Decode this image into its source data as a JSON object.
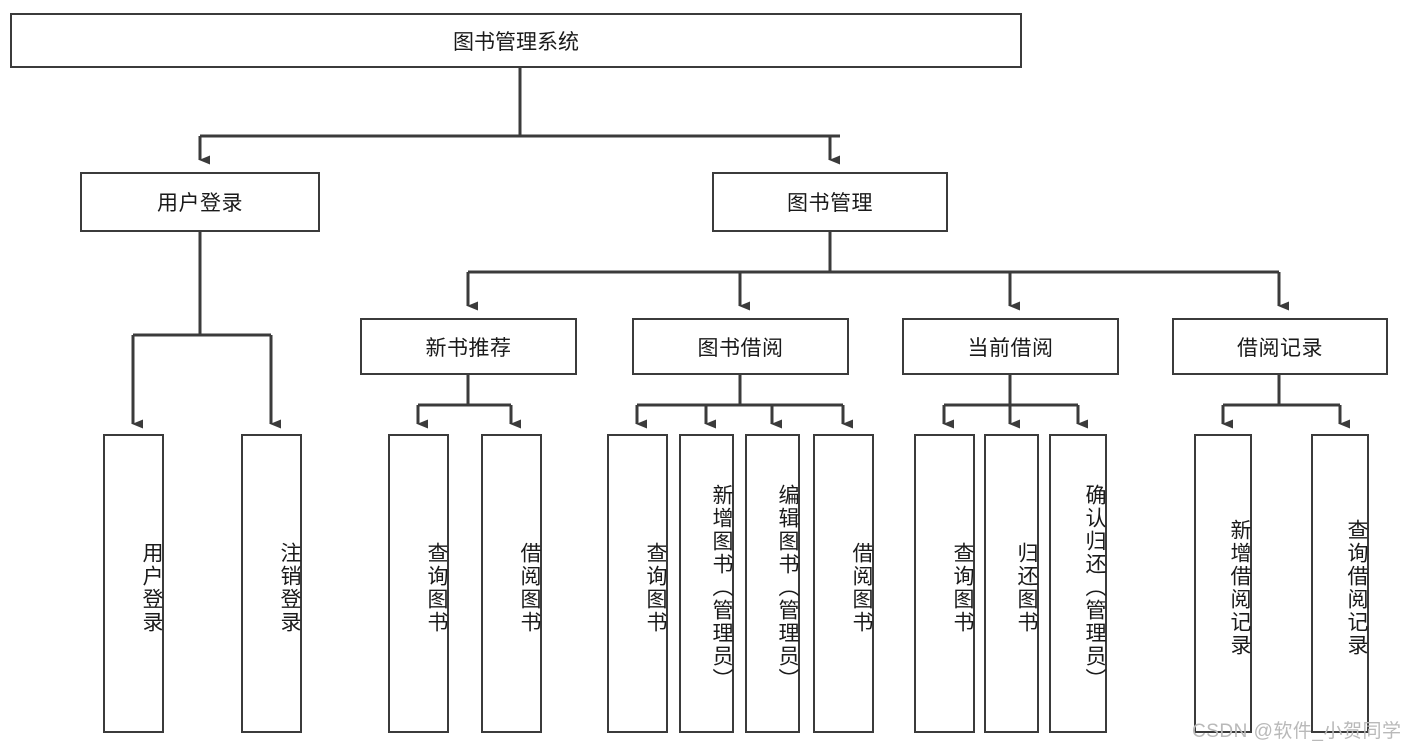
{
  "diagram": {
    "title": "图书管理系统",
    "type": "tree-hierarchy-chart",
    "root": {
      "label": "图书管理系统"
    },
    "level2": [
      {
        "label": "用户登录"
      },
      {
        "label": "图书管理"
      }
    ],
    "level3": [
      {
        "label": "新书推荐"
      },
      {
        "label": "图书借阅"
      },
      {
        "label": "当前借阅"
      },
      {
        "label": "借阅记录"
      }
    ],
    "leaves": {
      "user_login": [
        {
          "label": "用户登录"
        },
        {
          "label": "注销登录"
        }
      ],
      "new_book_recommend": [
        {
          "label": "查询图书"
        },
        {
          "label": "借阅图书"
        }
      ],
      "book_borrow": [
        {
          "label": "查询图书"
        },
        {
          "label": "新增图书（管理员）"
        },
        {
          "label": "编辑图书（管理员）"
        },
        {
          "label": "借阅图书"
        }
      ],
      "current_borrow": [
        {
          "label": "查询图书"
        },
        {
          "label": "归还图书"
        },
        {
          "label": "确认归还（管理员）"
        }
      ],
      "borrow_record": [
        {
          "label": "新增借阅记录"
        },
        {
          "label": "查询借阅记录"
        }
      ]
    }
  },
  "watermark": {
    "text": "CSDN @软件_小贺同学"
  },
  "colors": {
    "stroke": "#3b3b3b",
    "background": "#ffffff",
    "text": "#1a1a1a",
    "watermark": "#b9b9b9"
  }
}
